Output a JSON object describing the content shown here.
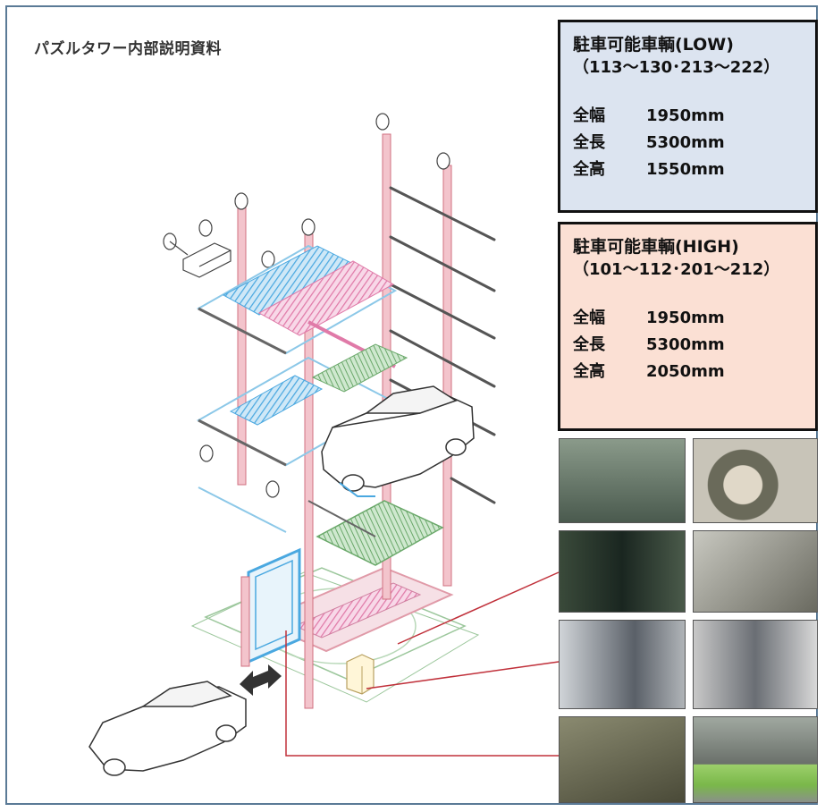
{
  "document": {
    "title": "パズルタワー内部説明資料"
  },
  "spec_low": {
    "title": "駐車可能車輌(LOW)",
    "range": "（113～130･213～222）",
    "rows": [
      {
        "label": "全幅",
        "value": "1950mm"
      },
      {
        "label": "全長",
        "value": "5300mm"
      },
      {
        "label": "全高",
        "value": "1550mm"
      }
    ],
    "color": "#dce4f0"
  },
  "spec_high": {
    "title": "駐車可能車輌(HIGH)",
    "range": "（101～112･201～212）",
    "rows": [
      {
        "label": "全幅",
        "value": "1950mm"
      },
      {
        "label": "全長",
        "value": "5300mm"
      },
      {
        "label": "全高",
        "value": "2050mm"
      }
    ],
    "color": "#fbe0d4"
  },
  "colors": {
    "frame": "#5a7a96",
    "pillar": "#e8a0a8",
    "pallet_blue": "#4aa8e0",
    "pallet_green": "#7fbf7f",
    "pallet_pink": "#e890b8",
    "callout_line": "#c0303a"
  }
}
